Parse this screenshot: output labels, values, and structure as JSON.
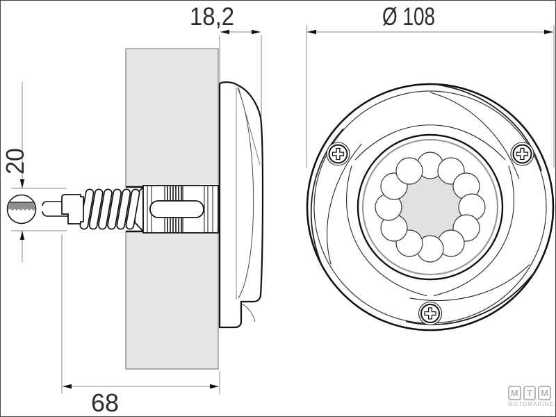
{
  "dimensions": {
    "protrusion_label": "18,2",
    "diameter_label": "Ø 108",
    "hole_label": "20",
    "depth_label": "68"
  },
  "front_view": {
    "led_count": 12,
    "screw_count": 3
  },
  "logo": {
    "letters": [
      "M",
      "T",
      "M"
    ],
    "subtitle": "MOTOMARINE"
  },
  "colors": {
    "object_line": "#1a1a1a",
    "dimension_line": "#8a8a8a",
    "panel_fill": "#e7e7e7",
    "lens_center_fill": "#e1e1e1",
    "logo_gray": "#b5b5b5"
  }
}
